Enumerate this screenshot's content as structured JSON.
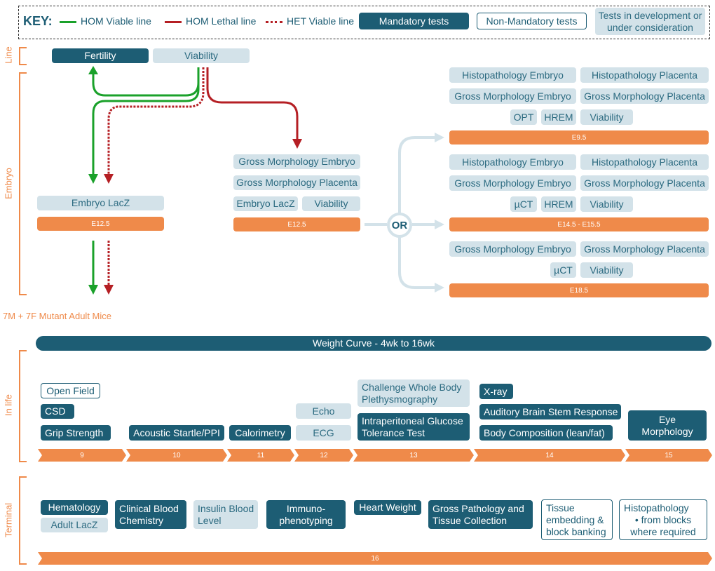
{
  "key": {
    "title": "KEY:",
    "hom_viable": "HOM Viable line",
    "hom_lethal": "HOM Lethal line",
    "het_viable": "HET Viable line",
    "mandatory": "Mandatory tests",
    "non_mandatory": "Non-Mandatory tests",
    "in_dev": "Tests in development or under consideration"
  },
  "colors": {
    "mandatory": "#1d5d74",
    "development": "#d3e2e9",
    "timeline": "#ef8a4a",
    "viable": "#1aa12a",
    "lethal": "#b51f24"
  },
  "section_labels": {
    "line": "Line",
    "embryo": "Embryo",
    "in_life": "In life",
    "terminal": "Terminal"
  },
  "line": {
    "fertility": "Fertility",
    "viability": "Viability"
  },
  "embryo": {
    "left": {
      "lacz": "Embryo LacZ",
      "stage": "E12.5"
    },
    "middle": {
      "gme": "Gross Morphology Embryo",
      "gmp": "Gross Morphology Placenta",
      "lacz": "Embryo LacZ",
      "viability": "Viability",
      "stage": "E12.5"
    },
    "or": "OR",
    "e95": {
      "hist_embryo": "Histopathology Embryo",
      "hist_placenta": "Histopathology Placenta",
      "gme": "Gross Morphology Embryo",
      "gmp": "Gross Morphology Placenta",
      "opt": "OPT",
      "hrem": "HREM",
      "viability": "Viability",
      "stage": "E9.5"
    },
    "e145": {
      "hist_embryo": "Histopathology Embryo",
      "hist_placenta": "Histopathology Placenta",
      "gme": "Gross Morphology Embryo",
      "gmp": "Gross Morphology Placenta",
      "uct": "µCT",
      "hrem": "HREM",
      "viability": "Viability",
      "stage": "E14.5 - E15.5"
    },
    "e185": {
      "gme": "Gross Morphology Embryo",
      "gmp": "Gross Morphology Placenta",
      "uct": "µCT",
      "viability": "Viability",
      "stage": "E18.5"
    },
    "adult_mice": "7M + 7F Mutant Adult Mice"
  },
  "in_life": {
    "weight_curve": "Weight Curve - 4wk to 16wk",
    "open_field": "Open Field",
    "csd": "CSD",
    "grip": "Grip Strength",
    "acoustic": "Acoustic Startle/PPI",
    "calorimetry": "Calorimetry",
    "echo": "Echo",
    "ecg": "ECG",
    "challenge": "Challenge Whole Body Plethysmography",
    "ipgtt": "Intraperitoneal Glucose Tolerance Test",
    "xray": "X-ray",
    "abr": "Auditory Brain Stem Response",
    "body_comp": "Body Composition (lean/fat)",
    "eye": "Eye Morphology",
    "weeks": [
      "9",
      "10",
      "11",
      "12",
      "13",
      "14",
      "15"
    ]
  },
  "terminal": {
    "hematology": "Hematology",
    "adult_lacz": "Adult LacZ",
    "clinical": "Clinical Blood Chemistry",
    "insulin": "Insulin Blood Level",
    "immuno": "Immuno- phenotyping",
    "heart": "Heart Weight",
    "gross_path": "Gross Pathology and Tissue Collection",
    "tissue": "Tissue embedding & block banking",
    "histo_title": "Histopathology",
    "histo_sub": "• from blocks where required",
    "week": "16"
  }
}
